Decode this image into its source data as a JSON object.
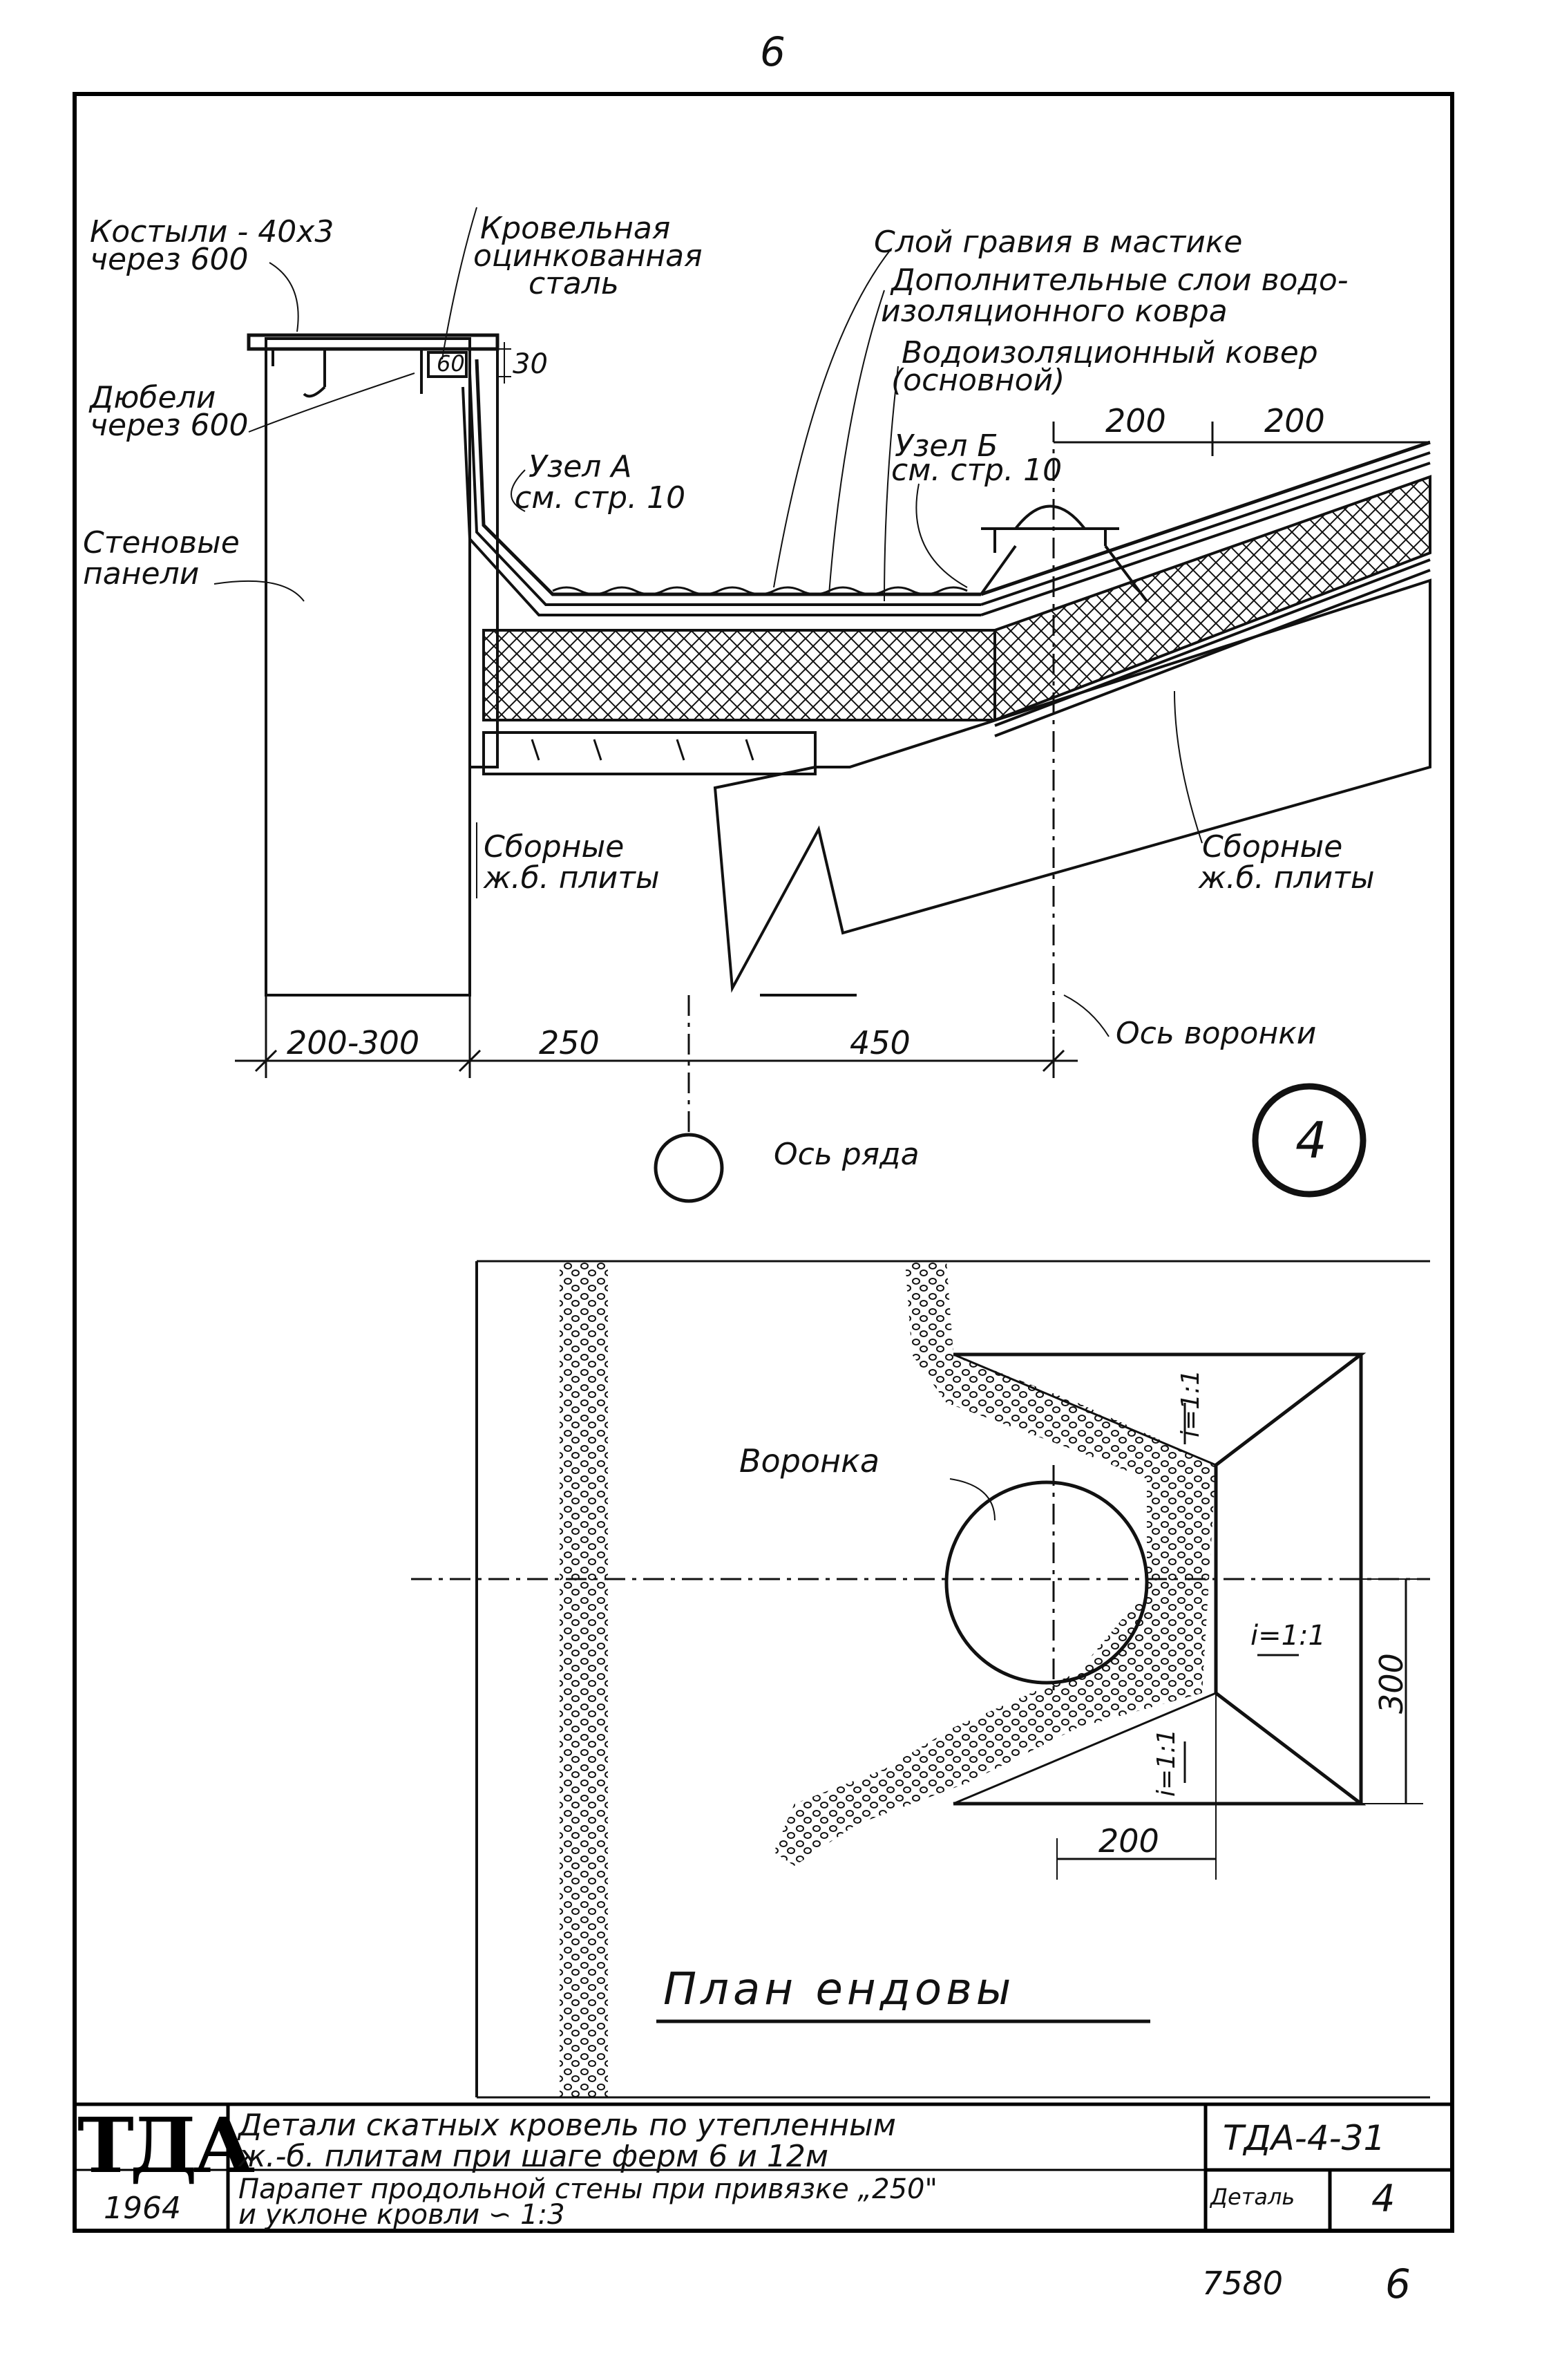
{
  "page": {
    "top_number": "6",
    "bottom_number": "6",
    "archive_number": "7580"
  },
  "section": {
    "labels": {
      "kostyli": "Костыли - 40х3",
      "kostyli_2": "через 600",
      "krovelnaya": "Кровельная",
      "krovelnaya_2": "оцинкованная",
      "krovelnaya_3": "сталь",
      "dyubeli": "Дюбели",
      "dyubeli_2": "через 600",
      "stenovye": "Стеновые",
      "stenovye_2": "панели",
      "sloy_graviya": "Слой гравия в мастике",
      "dop_sloi": "Дополнительные слои водо-",
      "dop_sloi_2": "изоляционного ковра",
      "vodoizol": "Водоизоляционный ковер",
      "vodoizol_2": "(основной)",
      "uzel_a": "Узел А",
      "uzel_a_2": "см. стр. 10",
      "uzel_b": "Узел Б",
      "uzel_b_2": "см. стр. 10",
      "sbornye_left": "Сборные",
      "sbornye_left_2": "ж.б. плиты",
      "sbornye_right": "Сборные",
      "sbornye_right_2": "ж.б. плиты",
      "os_voronki": "Ось воронки",
      "os_ryada": "Ось ряда"
    },
    "dims": {
      "d60": "60",
      "d30": "30",
      "d200a": "200",
      "d200b": "200",
      "d200_300": "200-300",
      "d250": "250",
      "d450": "450"
    },
    "detail_number": "4"
  },
  "plan": {
    "title": "План ендовы",
    "voronka": "Воронка",
    "slope_top": "i=1:1",
    "slope_mid": "i=1:1",
    "slope_bottom": "i=1:1",
    "dim_300": "300",
    "dim_200": "200"
  },
  "title_block": {
    "logo": "ТДА",
    "year": "1964",
    "title_line1": "Детали скатных кровель по утепленным",
    "title_line2": "ж.-б. плитам при шаге ферм 6 и 12м",
    "subtitle_line1": "Парапет продольной стены при привязке „250\"",
    "subtitle_line2": "и уклоне кровли ∽ 1:3",
    "code": "ТДА-4-31",
    "detail_label": "Деталь",
    "detail_value": "4"
  }
}
